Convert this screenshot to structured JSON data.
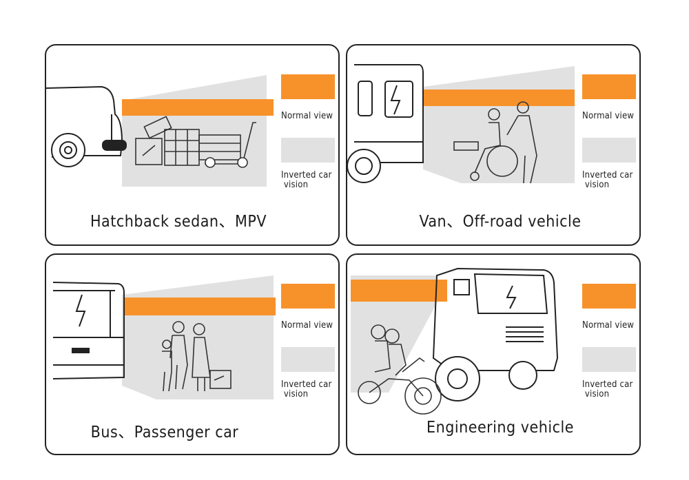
{
  "colors": {
    "normal_view": "#f7922b",
    "inverted_view": "#e1e1e1",
    "outline": "#222222"
  },
  "legend": {
    "normal_view_label": "Normal view",
    "inverted_view_label": "Inverted car\n vision"
  },
  "panels": [
    {
      "title": "Hatchback sedan、MPV",
      "vehicle_icon": "hatchback-icon",
      "scene_icon": "luggage-cart-icon"
    },
    {
      "title": "Van、Off-road vehicle",
      "vehicle_icon": "van-icon",
      "scene_icon": "wheelchair-caregiver-icon"
    },
    {
      "title": "Bus、Passenger car",
      "vehicle_icon": "bus-icon",
      "scene_icon": "family-pedestrians-icon"
    },
    {
      "title": "Engineering vehicle",
      "vehicle_icon": "truck-icon",
      "scene_icon": "motorcycle-riders-icon"
    }
  ]
}
